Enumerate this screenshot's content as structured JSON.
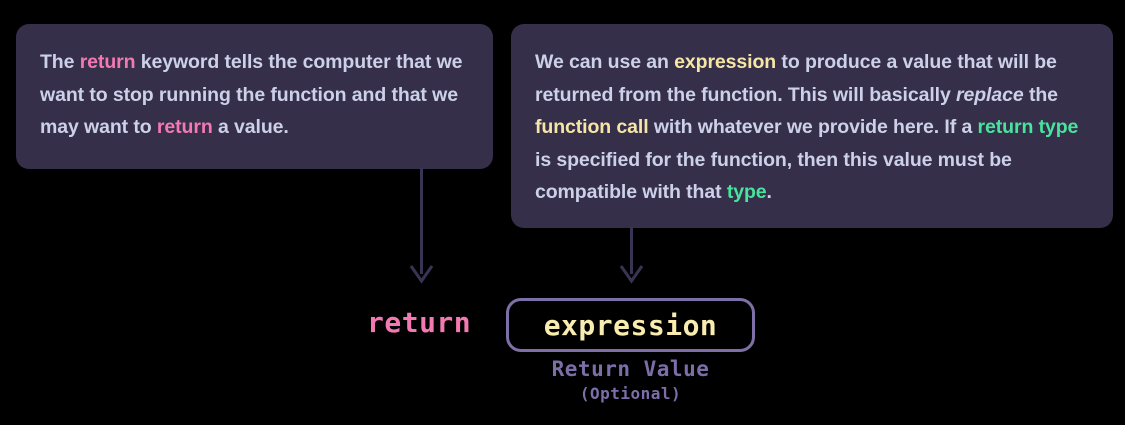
{
  "theme": {
    "background": "#000000",
    "card_background": "#352f4a",
    "body_text": "#ccd0e8",
    "accent_pink": "#f279b1",
    "accent_yellow": "#f6e6a6",
    "accent_green": "#48e39c",
    "accent_purple": "#7e6fa6",
    "arrow_color": "#3a3454"
  },
  "cards": {
    "left": {
      "name": "return-keyword-explanation",
      "segments": [
        {
          "text": "The ",
          "style": "plain"
        },
        {
          "text": "return",
          "style": "pink"
        },
        {
          "text": " keyword tells the computer that we want to stop running the function and that we may want to ",
          "style": "plain"
        },
        {
          "text": "return",
          "style": "pink"
        },
        {
          "text": " a value.",
          "style": "plain"
        }
      ],
      "plain_text": "The return keyword tells the computer that we want to stop running the function and that we may want to return a value."
    },
    "right": {
      "name": "expression-explanation",
      "segments": [
        {
          "text": "We can use an ",
          "style": "plain"
        },
        {
          "text": "expression",
          "style": "yellow"
        },
        {
          "text": " to produce a value that will be returned from the function. This will basically ",
          "style": "plain"
        },
        {
          "text": "replace",
          "style": "italic"
        },
        {
          "text": " the ",
          "style": "plain"
        },
        {
          "text": "function call",
          "style": "yellow"
        },
        {
          "text": " with whatever we provide here. If a ",
          "style": "plain"
        },
        {
          "text": "return type",
          "style": "green"
        },
        {
          "text": " is specified for the function, then this value must be compatible with that ",
          "style": "plain"
        },
        {
          "text": "type",
          "style": "green"
        },
        {
          "text": ".",
          "style": "plain"
        }
      ],
      "plain_text": "We can use an expression to produce a value that will be returned from the function. This will basically replace the function call with whatever we provide here. If a return type is specified for the function, then this value must be compatible with that type."
    }
  },
  "syntax": {
    "keyword": "return",
    "expression": "expression",
    "caption_main": "Return Value",
    "caption_sub": "(Optional)"
  },
  "arrows": [
    {
      "name": "arrow-to-return-keyword",
      "from": "left-card",
      "to": "return-keyword"
    },
    {
      "name": "arrow-to-expression-box",
      "from": "right-card",
      "to": "expression-box"
    }
  ]
}
